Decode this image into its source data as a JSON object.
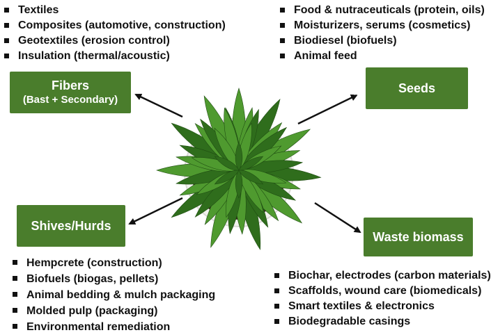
{
  "colors": {
    "box_fill": "#4a7d2c",
    "arrow": "#111111",
    "leaf_dark": "#2f6d1c",
    "leaf_light": "#4f9a2f",
    "pot": "#f2f2ee",
    "soil": "#3b2a1f"
  },
  "fibers": {
    "title": "Fibers",
    "subtitle": "(Bast + Secondary)",
    "items": [
      "Textiles",
      "Composites (automotive, construction)",
      "Geotextiles (erosion control)",
      "Insulation (thermal/acoustic)"
    ]
  },
  "seeds": {
    "title": "Seeds",
    "items": [
      "Food & nutraceuticals (protein, oils)",
      "Moisturizers, serums (cosmetics)",
      "Biodiesel (biofuels)",
      "Animal feed"
    ]
  },
  "shives": {
    "title": "Shives/Hurds",
    "items": [
      "Hempcrete (construction)",
      "Biofuels (biogas, pellets)",
      "Animal bedding & mulch packaging",
      "Molded pulp (packaging)",
      "Environmental remediation"
    ]
  },
  "waste": {
    "title": "Waste biomass",
    "items": [
      "Biochar, electrodes (carbon materials)",
      "Scaffolds, wound care (biomedicals)",
      "Smart textiles & electronics",
      "Biodegradable casings"
    ]
  }
}
